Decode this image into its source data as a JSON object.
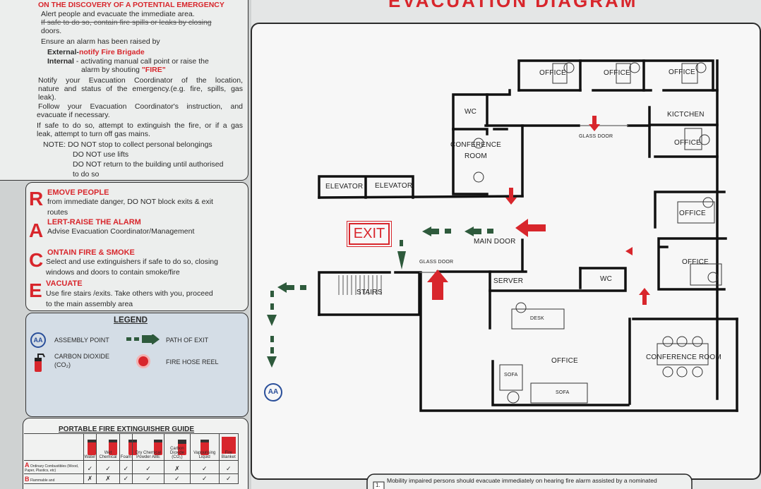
{
  "discovery": {
    "title": "ON THE DISCOVERY OF A POTENTIAL EMERGENCY",
    "lines": [
      "Alert people and evacuate the immediate area.",
      "If safe to do so, contain fire spills or leaks by closing",
      "doors.",
      "Ensure an alarm has been raised by"
    ],
    "external_prefix": "External-",
    "external_action": "notify Fire Brigade",
    "internal_prefix": "Internal",
    "internal_text": "- activating manual call point or raise the",
    "internal_text2": "alarm by shouting",
    "fire_word": "\"FIRE\"",
    "notify_lines": [
      "Notify your Evacuation Coordinator of the location,",
      "nature and status of the emergency.(e.g. fire, spills, gas",
      "leak).",
      "Follow your Evacuation Coordinator's instruction, and",
      "evacuate if necessary.",
      "If safe to do so, attempt to extinguish the fire, or if a gas",
      "leak, attempt to turn off gas mains."
    ],
    "note_lines": [
      "NOTE:  DO NOT stop to collect personal belongings",
      "DO NOT use lifts",
      "DO NOT return to the building until authorised",
      "to do so"
    ]
  },
  "race": [
    {
      "letter": "R",
      "heading": "EMOVE PEOPLE",
      "lines": [
        "from immediate danger, DO NOT block exits & exit",
        "routes"
      ]
    },
    {
      "letter": "A",
      "heading": "LERT-RAISE THE ALARM",
      "lines": [
        "Advise Evacuation Coordinator/Management"
      ]
    },
    {
      "letter": "C",
      "heading": "ONTAIN FIRE & SMOKE",
      "lines": [
        "Select and use extinguishers if safe to do so, closing",
        "windows and doors to contain smoke/fire"
      ]
    },
    {
      "letter": "E",
      "heading": "VACUATE",
      "lines": [
        "Use fire stairs /exits. Take others with you, proceed",
        "to the main assembly area"
      ]
    }
  ],
  "legend": {
    "title": "LEGEND",
    "assembly": "ASSEMBLY POINT",
    "assembly_badge": "AA",
    "path": "PATH OF EXIT",
    "co2_line1": "CARBON DIOXIDE",
    "co2_line2": "(CO₂)",
    "hose": "FIRE HOSE REEL"
  },
  "extinguisher": {
    "title": "PORTABLE FIRE EXTINGUISHER GUIDE",
    "types": [
      "Water",
      "Wet Chemical",
      "Foam",
      "Dry Chemical Powder ABE",
      "Carbon Dioxide (CO₂)",
      "Vapourising Liquid",
      "Fire Blanket"
    ],
    "row_a_label": "Ordinary Combustibles (Wood, Paper, Plastics, etc)",
    "row_a": [
      "✓",
      "✓",
      "✓",
      "✓",
      "✗",
      "✓",
      "✓"
    ],
    "row_b_label": "Flammable and",
    "row_b": [
      "✗",
      "✗",
      "✓",
      "✓",
      "✓",
      "✓",
      "✓"
    ]
  },
  "diagram": {
    "title": "EVACUATION DIAGRAM",
    "footer": "Mobility impaired persons should evacuate immediately on hearing fire alarm assisted by a nominated",
    "footer_num": "1.",
    "exit_sign": "EXIT",
    "rooms": {
      "office1": "OFFICE",
      "office2": "OFFICE",
      "office3": "OFFICE",
      "wc1": "WC",
      "kitchen": "KICTCHEN",
      "glass_door1": "GLASS DOOR",
      "office4": "OFFICE",
      "conf1_l1": "CONFERENCE",
      "conf1_l2": "ROOM",
      "elevator1": "ELEVATOR",
      "elevator2": "ELEVATOR",
      "office5": "OFFICE",
      "main_door": "MAIN DOOR",
      "office6": "OFFICE",
      "glass_door2": "GLASS DOOR",
      "stairs": "STAIRS",
      "server": "SERVER",
      "wc2": "WC",
      "desk": "DESK",
      "office7": "OFFICE",
      "sofa1": "SOFA",
      "sofa2": "SOFA",
      "conf2": "CONFERENCE ROOM",
      "aa": "AA"
    },
    "colors": {
      "exit_red": "#d8262c",
      "path_green": "#2e5a3c"
    }
  }
}
